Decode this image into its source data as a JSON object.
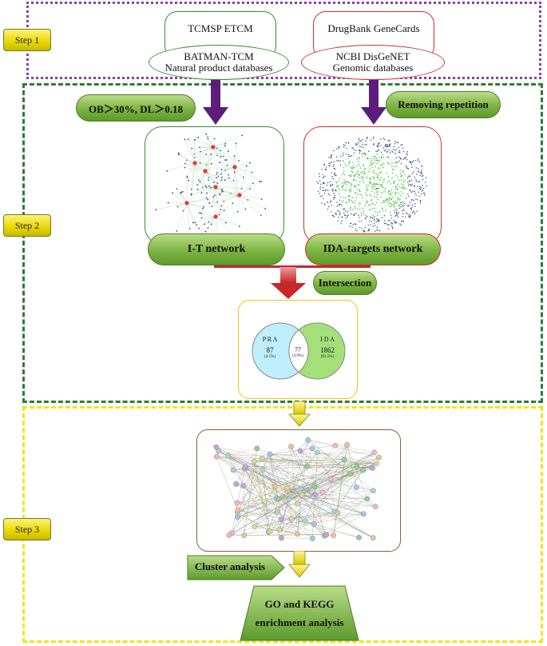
{
  "steps": [
    "Step 1",
    "Step 2",
    "Step 3"
  ],
  "step1": {
    "left_top": "TCMSP    ETCM",
    "left_oval_line1": "BATMAN-TCM",
    "left_oval_line2": "Natural product databases",
    "right_top": "DrugBank GeneCards",
    "right_oval_line1": "NCBI    DisGeNET",
    "right_oval_line2": "Genomic databases"
  },
  "step2": {
    "filter_label": "OB＞30%, DL＞0.18",
    "dedup_label": "Removing repetition",
    "left_network_label": "I-T network",
    "right_network_label": "IDA-targets network",
    "intersection_label": "Intersection",
    "venn": {
      "left_name": "P R A",
      "left_count": "87",
      "left_pct": "(4.5%)",
      "overlap_count": "77",
      "overlap_pct": "(3.9%)",
      "right_name": "I D A",
      "right_count": "1862",
      "right_pct": "(91.5%)"
    }
  },
  "step3": {
    "cluster_label": "Cluster analysis",
    "result_line1": "GO and KEGG",
    "result_line2": "enrichment analysis"
  },
  "colors": {
    "step1_frame": "#8a3ea6",
    "step2_frame": "#2e7d32",
    "step3_frame": "#f2e60a",
    "arrow_purple": "#5b1e7a",
    "pill_green": "#7cb342",
    "step_yellow": "#e8d600",
    "intersect_red": "#e53935"
  }
}
